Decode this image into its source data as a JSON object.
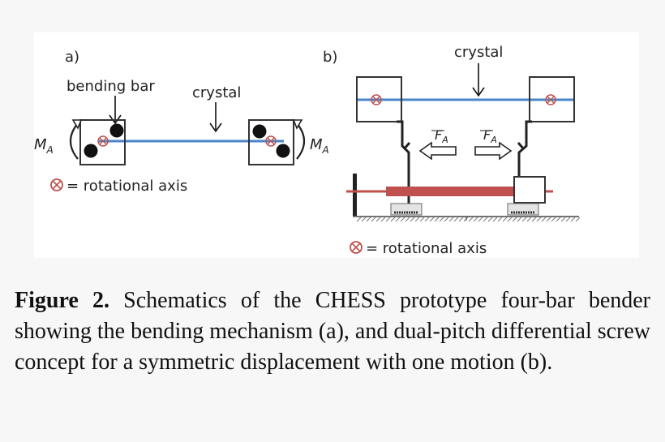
{
  "diagram": {
    "panel_a": {
      "label": "a)",
      "bending_bar_label": "bending bar",
      "crystal_label": "crystal",
      "moment_left": {
        "symbol": "M",
        "subscript": "A"
      },
      "moment_right": {
        "symbol": "M",
        "subscript": "A"
      },
      "legend": {
        "symbol": "⊗",
        "text": "= rotational axis"
      }
    },
    "panel_b": {
      "label": "b)",
      "crystal_label": "crystal",
      "force_left": {
        "symbol": "F",
        "subscript": "A"
      },
      "force_right": {
        "symbol": "F",
        "subscript": "A"
      },
      "legend": {
        "symbol": "⊗",
        "text": "= rotational axis"
      }
    },
    "colors": {
      "crystal": "#4a86c8",
      "screw": "#c0504d",
      "axis_marker": "#c0504d"
    }
  },
  "caption": {
    "lead": "Figure 2.",
    "body": " Schematics of the CHESS prototype four-bar bender showing the bending mechanism (a), and dual-pitch differential screw concept for a symmetric displacement with one motion (b)."
  }
}
